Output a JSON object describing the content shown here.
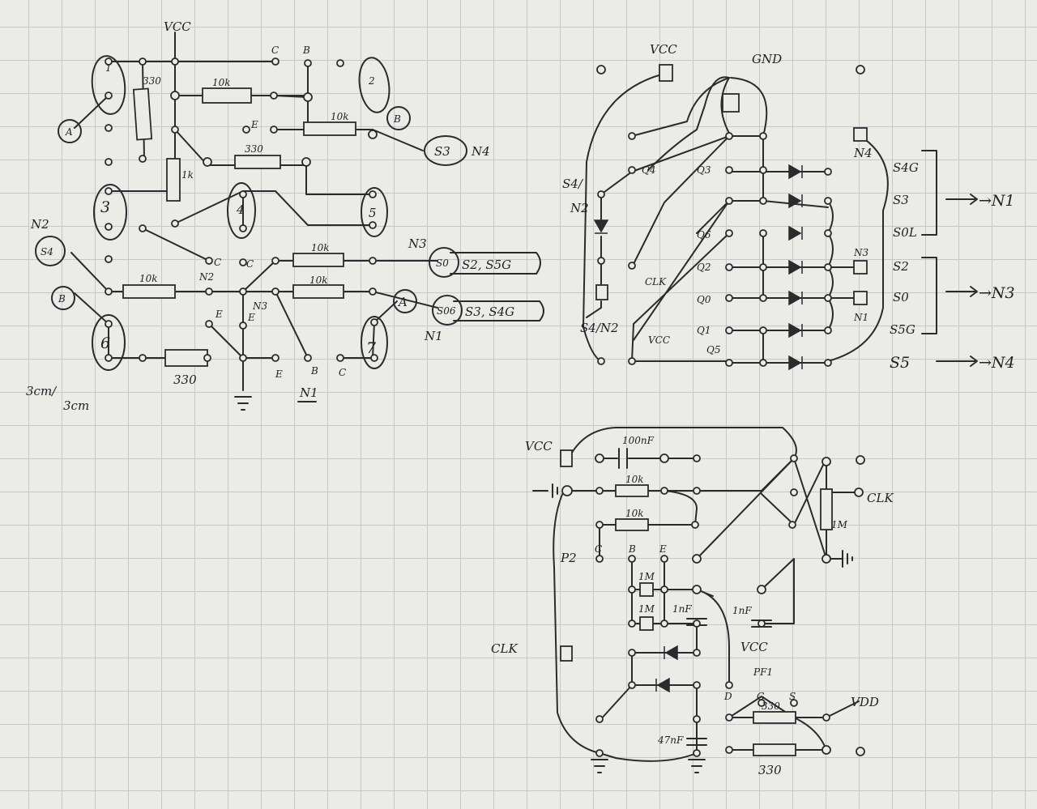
{
  "sheet": {
    "title": "",
    "scale_note": [
      "3cm/",
      "3cm"
    ]
  },
  "stripboard_left": {
    "labels": {
      "vcc": "VCC",
      "r330_top": "330",
      "r10k_top": "10k",
      "r1k": "1k",
      "r10k_b": "10k",
      "r330_mid": "330",
      "r10k_n3": "10k",
      "r10k_n2b": "10k",
      "r10k_n1": "10k",
      "r330_bot": "330",
      "a_label": "A",
      "b_label_top": "B",
      "b_label_left": "B",
      "n1_left": "N1",
      "n2": "N2",
      "n3": "N3",
      "n4": "N4",
      "n2_mid": "N2",
      "n3_mid": "N3",
      "s3": "S3",
      "s4": "S4",
      "s0": "S0",
      "s0_extra": "S2, S5G",
      "s06": "S06",
      "s06_extra": "S3, S4G",
      "c_top": "C",
      "b_top": "B",
      "e_top": "E",
      "c_mid": "C",
      "c_mid2": "C",
      "e_mid": "E",
      "e_mid2": "E",
      "e_bot": "E",
      "b_bot": "B",
      "c_bot": "C",
      "n1_bot": "N1",
      "t1": "1",
      "t2": "2",
      "t3": "3",
      "t4": "4",
      "t5": "5",
      "t6": "6",
      "t7": "7"
    }
  },
  "stripboard_right": {
    "labels": {
      "vcc": "VCC",
      "gnd": "GND",
      "n4": "N4",
      "s4": "S4/",
      "n2": "N2",
      "s4n2": "S4/N2",
      "clk": "CLK",
      "vcc_bot": "VCC",
      "q4": "Q4",
      "q3": "Q3",
      "q6": "Q6",
      "q2": "Q2",
      "q0": "Q0",
      "q1": "Q1",
      "q5": "Q5",
      "n3": "N3",
      "n1": "N1",
      "s4g": "S4G",
      "s3": "S3",
      "s0b": "S0L",
      "s2": "S2",
      "s0": "S0",
      "s5g": "S5G",
      "s5": "S5",
      "arrow_n1": "→N1",
      "arrow_n3": "→N3",
      "arrow_n4": "→N4"
    }
  },
  "clock_board": {
    "labels": {
      "vcc": "VCC",
      "c100nf": "100nF",
      "r10k_a": "10k",
      "r10k_b": "10k",
      "clk_out": "CLK",
      "r1m_side": "1M",
      "p2": "P2",
      "c": "C",
      "b": "B",
      "e": "E",
      "r1m_a": "1M",
      "r1m_b": "1M",
      "c1nf": "1nF",
      "c1nf_b": "1nF",
      "clk_in": "CLK",
      "vcc2": "VCC",
      "pf1": "PF1",
      "d": "D",
      "g": "G",
      "s": "S",
      "r330": "330",
      "vdd": "VDD",
      "c47nf": "47nF",
      "r330_bot": "330"
    }
  }
}
